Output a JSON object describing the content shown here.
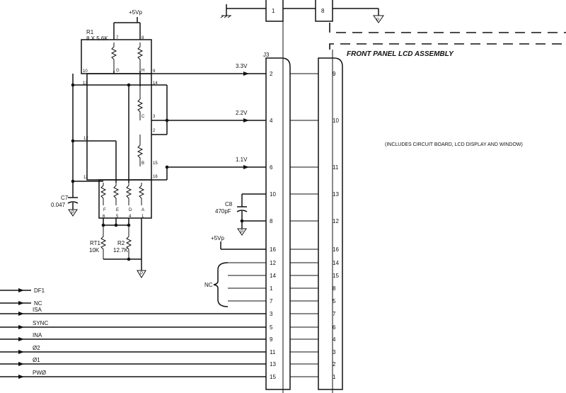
{
  "power": {
    "vp_top": "+5Vp",
    "vp_mid": "+5Vp"
  },
  "network": {
    "ref": "R1",
    "value": "8 X 5.6K",
    "pins_top": [
      "7",
      "8"
    ],
    "letters": [
      "G",
      "H",
      "C",
      "B",
      "F",
      "E",
      "D",
      "A"
    ],
    "pins_left": [
      "10",
      "13",
      "12",
      "11"
    ],
    "pins_right": [
      "9",
      "14",
      "3",
      "2",
      "15",
      "16"
    ],
    "pins_bottom": [
      "6",
      "5",
      "4",
      "1"
    ]
  },
  "components": {
    "c7_ref": "C7",
    "c7_val": "0.047",
    "c8_ref": "C8",
    "c8_val": "470pF",
    "rt1_ref": "RT1",
    "rt1_val": "10K",
    "r2_ref": "R2",
    "r2_val": "12.7K"
  },
  "voltages": [
    "3.3V",
    "2.2V",
    "1.1V"
  ],
  "connector": {
    "ref": "J3",
    "left_pins": [
      "2",
      "4",
      "6",
      "10",
      "8",
      "16",
      "12",
      "14",
      "1",
      "7",
      "3",
      "5",
      "9",
      "11",
      "13",
      "15"
    ],
    "right_pins": [
      "9",
      "10",
      "11",
      "13",
      "12",
      "16",
      "14",
      "15",
      "8",
      "5",
      "7",
      "6",
      "4",
      "3",
      "2",
      "1"
    ],
    "top_left_pin": "1",
    "top_right_pin": "8"
  },
  "nc_label": "NC",
  "signals": [
    "DF1",
    "NC",
    "ISA",
    "SYNC",
    "INA",
    "Ø2",
    "Ø1",
    "PWØ"
  ],
  "assembly": {
    "title": "FRONT PANEL LCD ASSEMBLY",
    "note": "(INCLUDES CIRCUIT BOARD, LCD DISPLAY AND WINDOW)"
  },
  "ground_symbol": "P"
}
